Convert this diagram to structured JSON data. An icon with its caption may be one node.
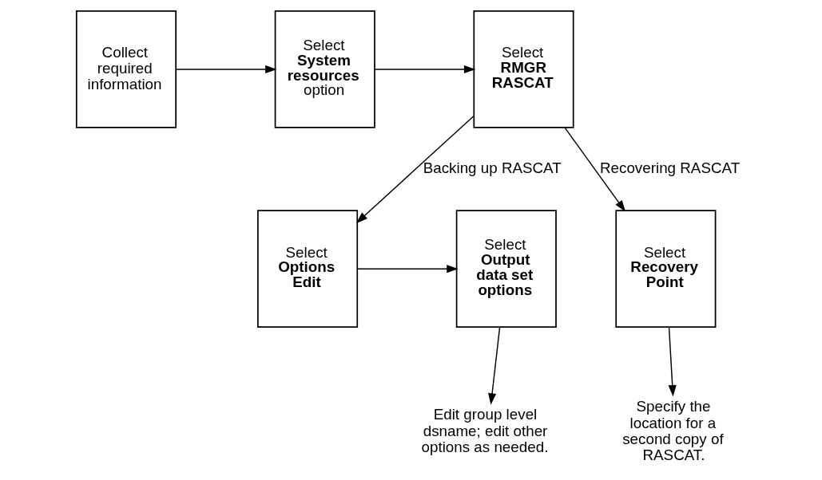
{
  "diagram": {
    "nodes": [
      {
        "text": [
          "Collect required information"
        ]
      },
      {
        "text": [
          "Select **System resources** option"
        ]
      },
      {
        "text": [
          "Select **RMGR RASCAT**"
        ]
      },
      {
        "text": [
          "Select **Options Edit**"
        ]
      },
      {
        "text": [
          "Select **Output data set options**"
        ]
      },
      {
        "text": [
          "Select **Recovery Point**"
        ]
      },
      {
        "text": [
          "Edit group level dsname; edit other options as needed."
        ]
      },
      {
        "text": [
          "Specify the location for a second copy of RASCAT."
        ]
      }
    ],
    "edges": [
      {
        "from": 0,
        "to": 1,
        "arrow": "to"
      },
      {
        "from": 1,
        "to": 2,
        "arrow": "to"
      },
      {
        "from": 2,
        "to": 3,
        "arrow": "to",
        "label": "Backing up RASCAT"
      },
      {
        "from": 2,
        "to": 5,
        "arrow": "to",
        "label": "Recovering RASCAT"
      },
      {
        "from": 3,
        "to": 4,
        "arrow": "to"
      },
      {
        "from": 4,
        "to": 6,
        "arrow": "to"
      },
      {
        "from": 5,
        "to": 7,
        "arrow": "to"
      }
    ]
  }
}
